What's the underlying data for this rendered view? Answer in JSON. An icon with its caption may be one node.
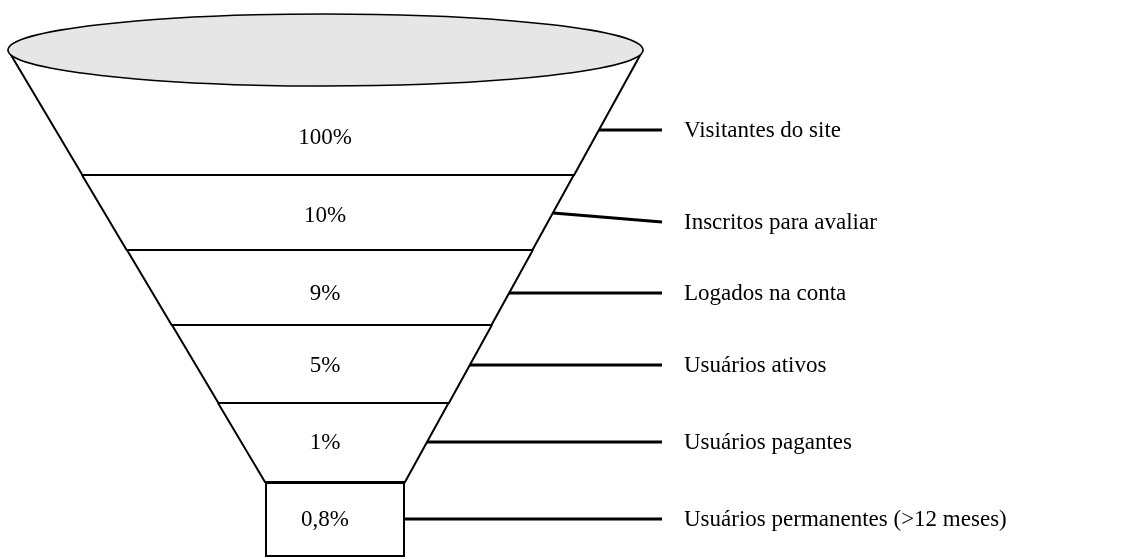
{
  "diagram": {
    "nodes": [
      {
        "text": [
          "100%"
        ]
      },
      {
        "text": [
          "10%"
        ]
      },
      {
        "text": [
          "9%"
        ]
      },
      {
        "text": [
          "5%"
        ]
      },
      {
        "text": [
          "1%"
        ]
      },
      {
        "text": [
          "0,8%"
        ]
      },
      {
        "text": [
          "Visitantes do site"
        ]
      },
      {
        "text": [
          "Inscritos para avaliar"
        ]
      },
      {
        "text": [
          "Logados na conta"
        ]
      },
      {
        "text": [
          "Usuários ativos"
        ]
      },
      {
        "text": [
          "Usuários pagantes"
        ]
      },
      {
        "text": [
          "Usuários permanentes (>12 meses)"
        ]
      }
    ],
    "edges": [
      {
        "from": 6,
        "to": 0,
        "arrow": "none"
      },
      {
        "from": 7,
        "to": 1,
        "arrow": "none"
      },
      {
        "from": 8,
        "to": 2,
        "arrow": "none"
      },
      {
        "from": 9,
        "to": 3,
        "arrow": "none"
      },
      {
        "from": 10,
        "to": 4,
        "arrow": "none"
      },
      {
        "from": 11,
        "to": 5,
        "arrow": "none"
      }
    ]
  }
}
